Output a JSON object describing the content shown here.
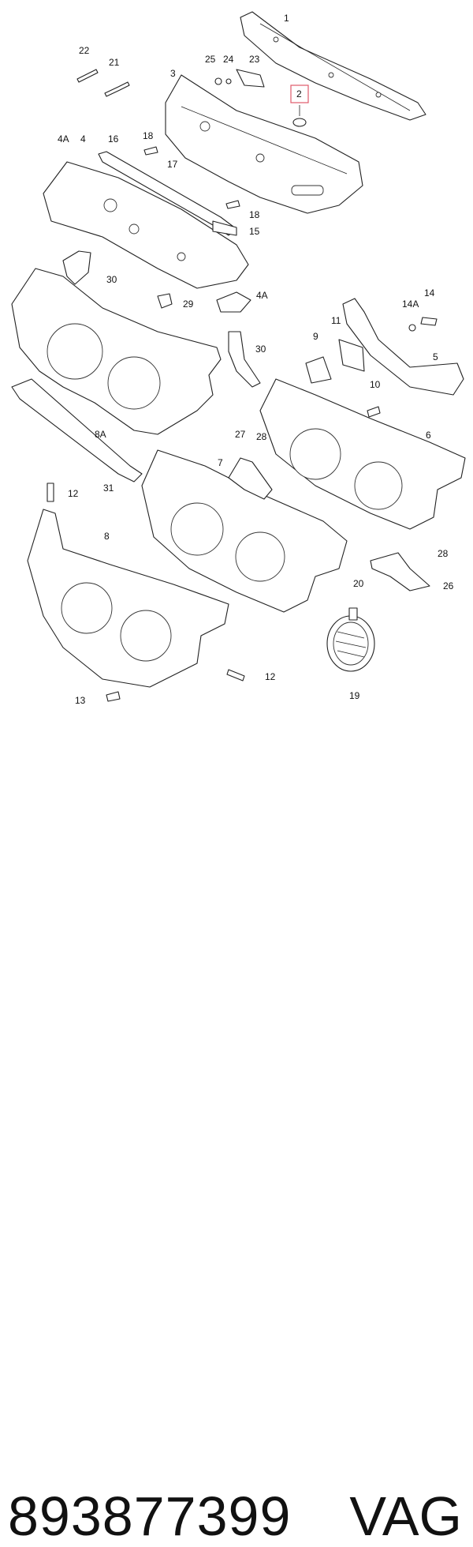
{
  "callouts": {
    "c1": "1",
    "c2": "2",
    "c3": "3",
    "c4": "4",
    "c4a": "4A",
    "c4a2": "4A",
    "c5": "5",
    "c6": "6",
    "c7": "7",
    "c8": "8",
    "c8a": "8A",
    "c9": "9",
    "c10": "10",
    "c11": "11",
    "c12a": "12",
    "c12b": "12",
    "c13": "13",
    "c14": "14",
    "c14a": "14A",
    "c15": "15",
    "c16": "16",
    "c17": "17",
    "c18a": "18",
    "c18b": "18",
    "c19": "19",
    "c20": "20",
    "c21": "21",
    "c22": "22",
    "c23": "23",
    "c24": "24",
    "c25": "25",
    "c26": "26",
    "c27": "27",
    "c28a": "28",
    "c28b": "28",
    "c29": "29",
    "c30a": "30",
    "c30b": "30",
    "c31": "31"
  },
  "highlight_color": "#e05a6a",
  "caption": {
    "part_number": "893877399",
    "brand": "VAG"
  }
}
